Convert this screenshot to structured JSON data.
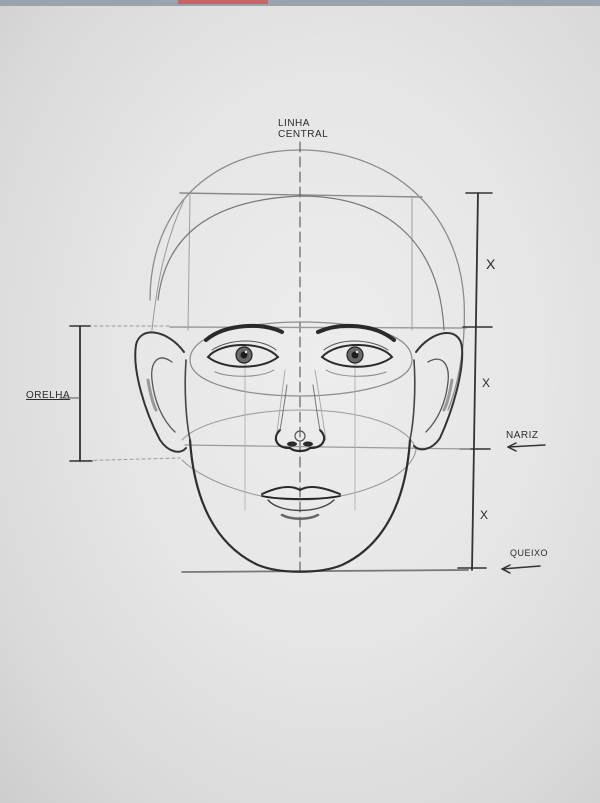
{
  "labels": {
    "central_line_1": "LINHA",
    "central_line_2": "CENTRAL",
    "ear": "ORELHA",
    "nose": "NARIZ",
    "chin": "QUEIXO"
  },
  "measure_marks": [
    "X",
    "X",
    "X"
  ],
  "colors": {
    "paper": "#e6e6e6",
    "graphite": "#3a3a3a",
    "guide": "#9a9a9a"
  }
}
